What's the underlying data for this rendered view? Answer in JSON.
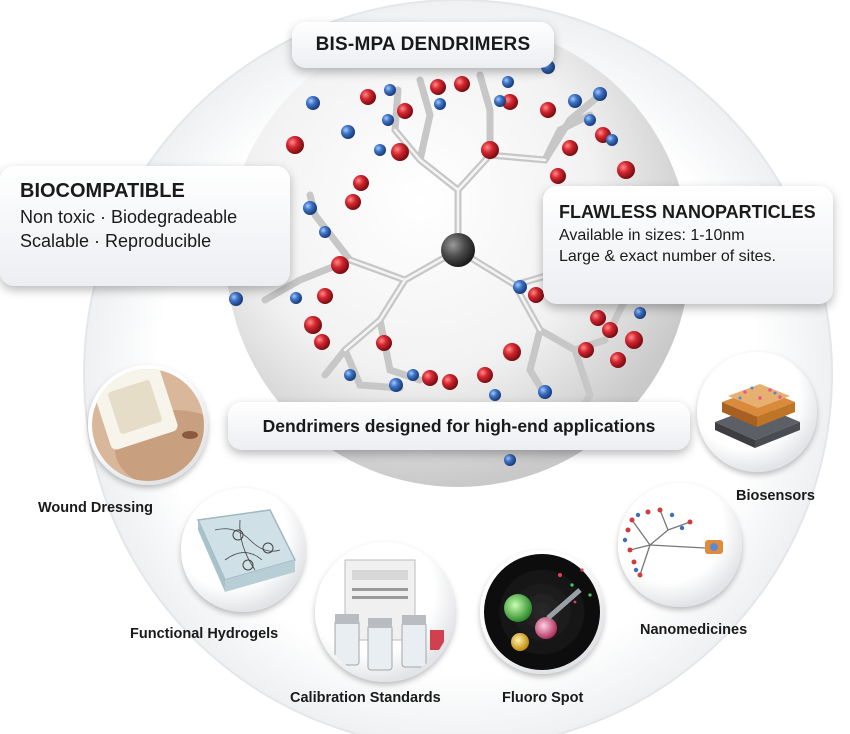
{
  "title": "BIS-MPA DENDRIMERS",
  "left_panel": {
    "heading": "BIOCOMPATIBLE",
    "lines": [
      "Non toxic · Biodegradeable",
      "Scalable · Reproducible"
    ]
  },
  "right_panel": {
    "heading": "FLAWLESS NANOPARTICLES",
    "lines": [
      "Available in sizes: 1-10nm",
      "Large & exact number of sites."
    ]
  },
  "center_banner": "Dendrimers designed for high-end applications",
  "applications": [
    {
      "label": "Wound Dressing",
      "icon": "wound-dressing-icon"
    },
    {
      "label": "Functional Hydrogels",
      "icon": "hydrogel-icon"
    },
    {
      "label": "Calibration Standards",
      "icon": "calibration-vials-icon"
    },
    {
      "label": "Fluoro Spot",
      "icon": "fluoro-spot-icon"
    },
    {
      "label": "Nanomedicines",
      "icon": "nanomedicine-icon"
    },
    {
      "label": "Biosensors",
      "icon": "biosensor-icon"
    }
  ],
  "colors": {
    "oxygen": "#c8202a",
    "hydrogen": "#3a6fc0",
    "core": "#4a4a4a",
    "bond": "#c9c9c9",
    "text": "#1a1a1a"
  }
}
